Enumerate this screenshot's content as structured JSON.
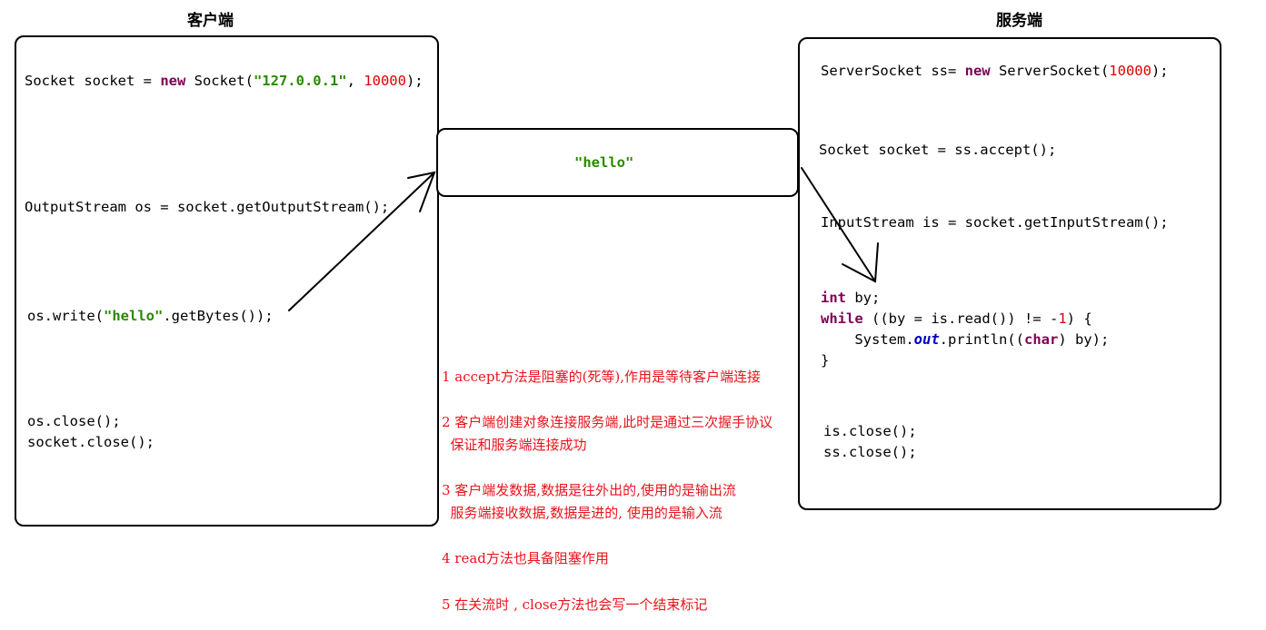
{
  "client": {
    "title": "客户端",
    "line_socket": {
      "a": "Socket socket = ",
      "kw": "new",
      "b": " Socket(",
      "str": "\"127.0.0.1\"",
      "c": ", ",
      "num": "10000",
      "d": ");"
    },
    "line_os": "OutputStream os = socket.getOutputStream();",
    "line_write": {
      "a": "os.write(",
      "str": "\"hello\"",
      "b": ".getBytes());"
    },
    "line_close1": "os.close();",
    "line_close2": "socket.close();"
  },
  "middle": {
    "message": "\"hello\""
  },
  "server": {
    "title": "服务端",
    "line_ss": {
      "a": "ServerSocket ss= ",
      "kw": "new",
      "b": " ServerSocket(",
      "num": "10000",
      "c": ");"
    },
    "line_accept": "Socket socket = ss.accept();",
    "line_is": "InputStream is = socket.getInputStream();",
    "line_int": {
      "kw": "int",
      "b": " by;"
    },
    "line_while": {
      "kw": "while",
      "a": " ((by = is.read()) != -",
      "num": "1",
      "b": ") {"
    },
    "line_print": {
      "a": "    System.",
      "fld": "out",
      "b": ".println((",
      "kw": "char",
      "c": ") by);"
    },
    "line_brace": "}",
    "line_close1": "is.close();",
    "line_close2": "ss.close();"
  },
  "notes": [
    "1 accept方法是阻塞的(死等),作用是等待客户端连接",
    "2 客户端创建对象连接服务端,此时是通过三次握手协议",
    "  保证和服务端连接成功",
    "3 客户端发数据,数据是往外出的,使用的是输出流",
    "  服务端接收数据,数据是进的, 使用的是输入流",
    "4 read方法也具备阻塞作用",
    "5 在关流时 , close方法也会写一个结束标记"
  ],
  "colors": {
    "note": "#e8141c",
    "string": "#2a8a00",
    "number": "#e00000",
    "keyword": "#7f0055"
  }
}
